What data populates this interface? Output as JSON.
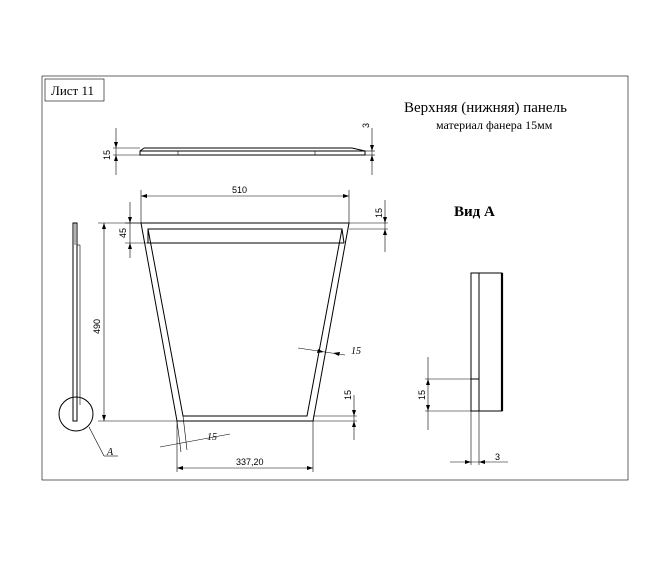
{
  "sheet": {
    "label": "Лист 11",
    "title": "Верхняя (нижняя) панель",
    "subtitle": "материал фанера 15мм",
    "view_label": "Вид А",
    "callout_letter": "А"
  },
  "dimensions": {
    "top_width": "510",
    "bottom_width": "337,20",
    "height": "490",
    "top_strip": "45",
    "side_top_thickness": "15",
    "side_view_thickness": "15",
    "side_view_step": "3",
    "diag_thickness": "15",
    "bottom_thickness_right": "15",
    "bottom_thickness_left": "15",
    "detail_thickness": "15",
    "detail_step": "3"
  }
}
